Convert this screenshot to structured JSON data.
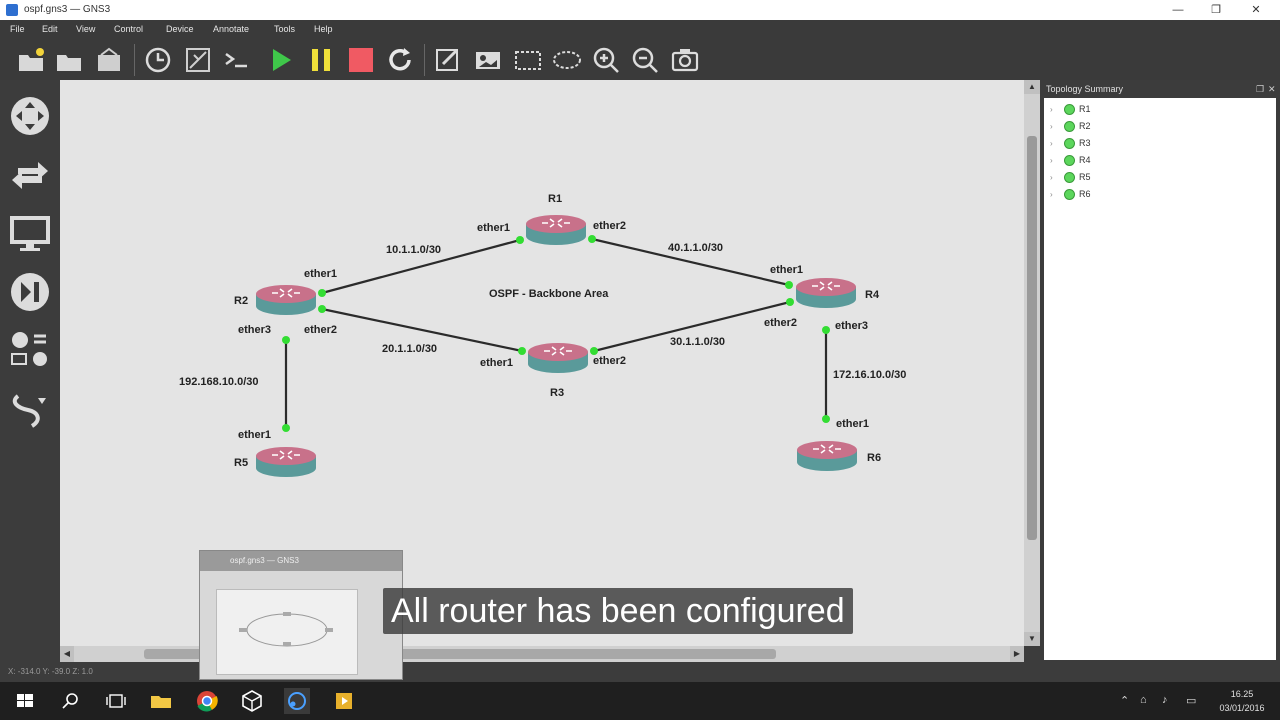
{
  "window": {
    "title": "ospf.gns3 — GNS3",
    "controls": {
      "minimize": "—",
      "restore": "❐",
      "close": "✕"
    }
  },
  "menu": [
    "File",
    "Edit",
    "View",
    "Control",
    "Device",
    "Annotate",
    "Tools",
    "Help"
  ],
  "toolbar_icons": [
    "new-project-icon",
    "open-project-icon",
    "save-snapshot-icon",
    "history-icon",
    "show-interface-labels-icon",
    "console-all-icon",
    "start-all-icon",
    "suspend-all-icon",
    "stop-all-icon",
    "reload-all-icon",
    "add-note-icon",
    "insert-picture-icon",
    "draw-rectangle-icon",
    "draw-ellipse-icon",
    "zoom-in-icon",
    "zoom-out-icon",
    "screenshot-icon"
  ],
  "left_dock_icons": [
    "browse-routers-icon",
    "browse-switches-icon",
    "browse-end-devices-icon",
    "browse-security-devices-icon",
    "browse-all-devices-icon",
    "add-link-icon"
  ],
  "topology_summary": {
    "title": "Topology Summary",
    "nodes": [
      "R1",
      "R2",
      "R3",
      "R4",
      "R5",
      "R6"
    ]
  },
  "canvas": {
    "area_label": "OSPF - Backbone Area",
    "routers": {
      "R1": {
        "label": "R1"
      },
      "R2": {
        "label": "R2"
      },
      "R3": {
        "label": "R3"
      },
      "R4": {
        "label": "R4"
      },
      "R5": {
        "label": "R5"
      },
      "R6": {
        "label": "R6"
      }
    },
    "links": [
      {
        "network": "10.1.1.0/30",
        "a_if": "ether1",
        "b_if": "ether1"
      },
      {
        "network": "40.1.1.0/30",
        "a_if": "ether2",
        "b_if": "ether1"
      },
      {
        "network": "20.1.1.0/30",
        "a_if": "ether2",
        "b_if": "ether1"
      },
      {
        "network": "30.1.1.0/30",
        "a_if": "ether2",
        "b_if": "ether2"
      },
      {
        "network": "192.168.10.0/30",
        "a_if": "ether3",
        "b_if": "ether1"
      },
      {
        "network": "172.16.10.0/30",
        "a_if": "ether3",
        "b_if": "ether1"
      }
    ],
    "link_status_color": "#33dd33",
    "router_top_color": "#c8718a",
    "router_body_color": "#5a9a9a"
  },
  "status": {
    "coordinates": "X: -314.0 Y: -39.0 Z: 1.0"
  },
  "thumbnail": {
    "title": "ospf.gns3 — GNS3"
  },
  "subtitle": "All router has been configured",
  "taskbar": {
    "apps": [
      "windows-start-icon",
      "search-icon",
      "task-view-icon",
      "file-explorer-icon",
      "chrome-icon",
      "virtualbox-icon",
      "gns3-icon",
      "media-player-icon"
    ],
    "time": "16.25",
    "date": "03/01/2016"
  }
}
